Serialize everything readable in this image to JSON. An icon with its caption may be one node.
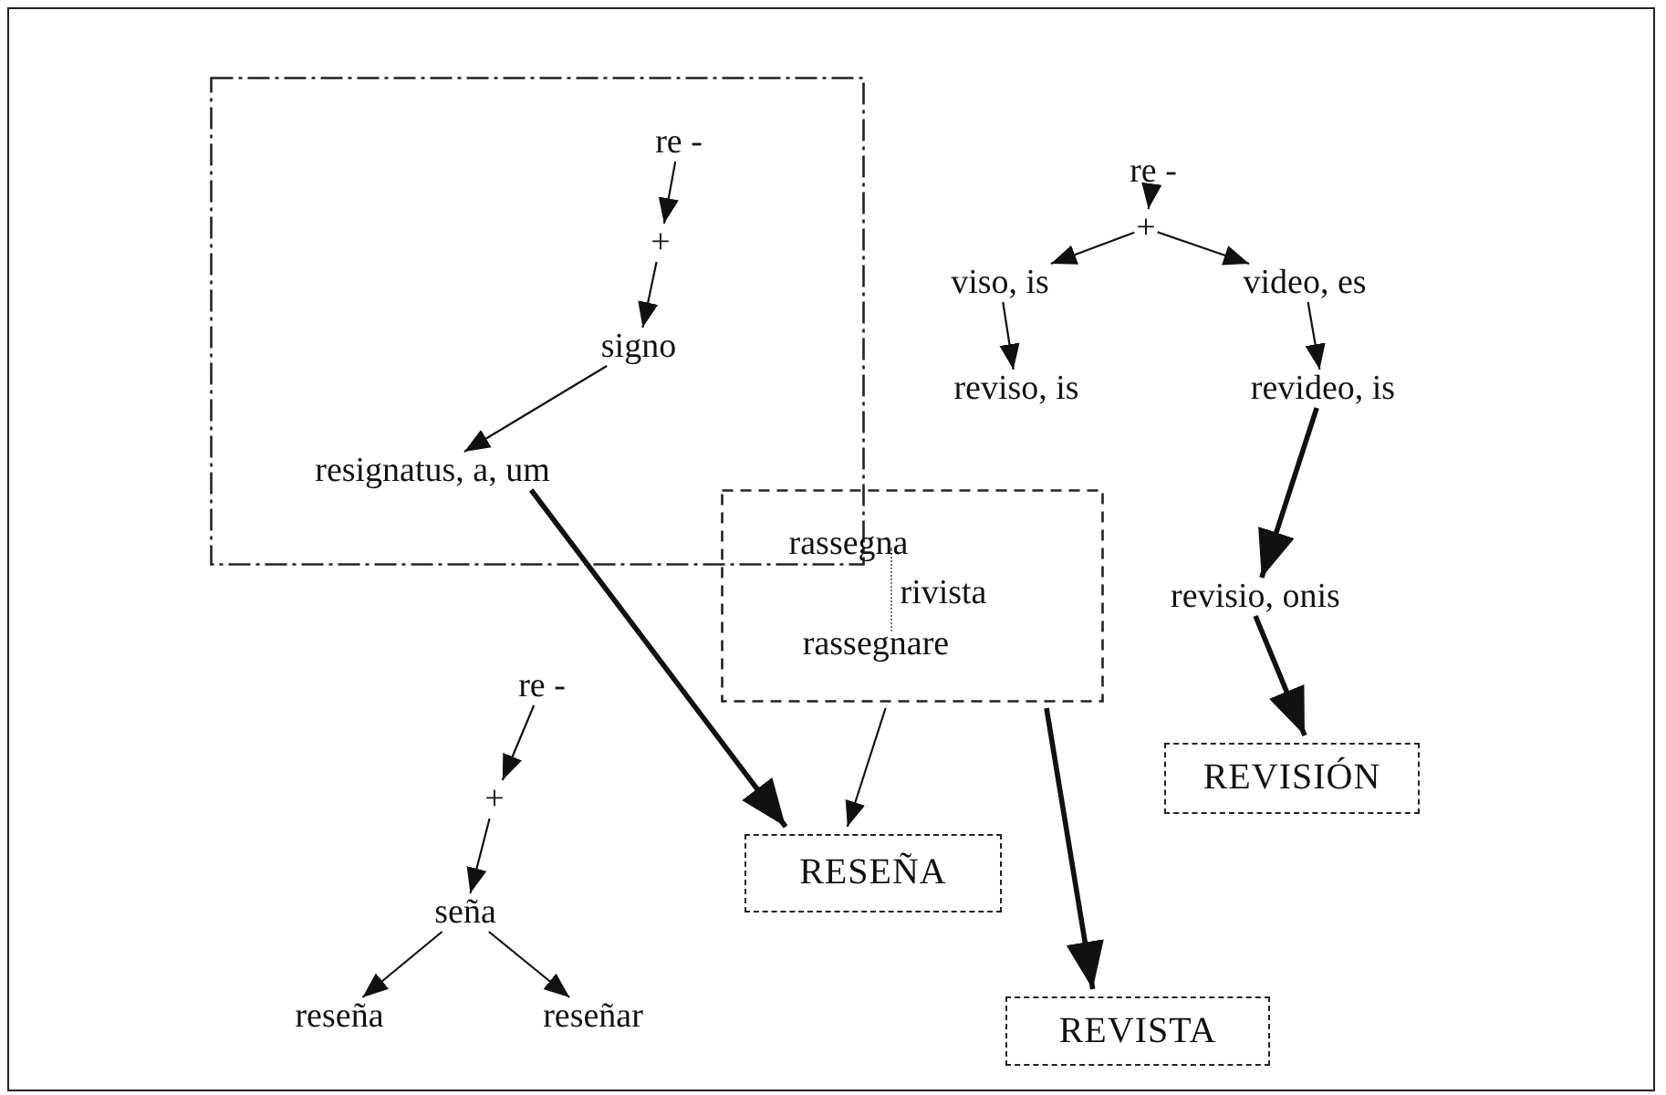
{
  "diagram": {
    "nodes": [
      {
        "text": [],
        "shape": "box"
      },
      {
        "text": [
          "re -"
        ],
        "in": 0
      },
      {
        "text": [
          "+"
        ],
        "in": 0
      },
      {
        "text": [
          "signo"
        ],
        "in": 0
      },
      {
        "text": [
          "resignatus, a, um"
        ],
        "in": 0
      },
      {
        "text": [],
        "shape": "box"
      },
      {
        "text": [
          "rassegna"
        ],
        "in": 5
      },
      {
        "text": [
          "rivista"
        ],
        "in": 5
      },
      {
        "text": [
          "rassegnare"
        ],
        "in": 5
      },
      {
        "text": [
          "re -"
        ]
      },
      {
        "text": [
          "+"
        ]
      },
      {
        "text": [
          "viso, is"
        ]
      },
      {
        "text": [
          "video, es"
        ]
      },
      {
        "text": [
          "reviso, is"
        ]
      },
      {
        "text": [
          "revideo, is"
        ]
      },
      {
        "text": [
          "revisio, onis"
        ]
      },
      {
        "text": [
          "REVISIÓN"
        ]
      },
      {
        "text": [
          "re -"
        ]
      },
      {
        "text": [
          "+"
        ]
      },
      {
        "text": [
          "seña"
        ]
      },
      {
        "text": [
          "reseña"
        ]
      },
      {
        "text": [
          "reseñar"
        ]
      },
      {
        "text": [
          "RESEÑA"
        ]
      },
      {
        "text": [
          "REVISTA"
        ]
      }
    ],
    "edges": [
      {
        "from": 1,
        "to": 2,
        "arrow": "to"
      },
      {
        "from": 2,
        "to": 3,
        "arrow": "to"
      },
      {
        "from": 3,
        "to": 4,
        "arrow": "to"
      },
      {
        "from": 4,
        "to": 22,
        "arrow": "to",
        "style": "thick"
      },
      {
        "from": 5,
        "to": 22,
        "arrow": "to"
      },
      {
        "from": 5,
        "to": 23,
        "arrow": "to",
        "style": "thick"
      },
      {
        "from": 9,
        "to": 10,
        "arrow": "to"
      },
      {
        "from": 10,
        "to": 11,
        "arrow": "to"
      },
      {
        "from": 10,
        "to": 12,
        "arrow": "to"
      },
      {
        "from": 11,
        "to": 13,
        "arrow": "to"
      },
      {
        "from": 12,
        "to": 14,
        "arrow": "to"
      },
      {
        "from": 14,
        "to": 15,
        "arrow": "to",
        "style": "thick"
      },
      {
        "from": 15,
        "to": 16,
        "arrow": "to",
        "style": "thick"
      },
      {
        "from": 17,
        "to": 18,
        "arrow": "to"
      },
      {
        "from": 18,
        "to": 19,
        "arrow": "to"
      },
      {
        "from": 19,
        "to": 20,
        "arrow": "to"
      },
      {
        "from": 19,
        "to": 21,
        "arrow": "to"
      }
    ]
  }
}
